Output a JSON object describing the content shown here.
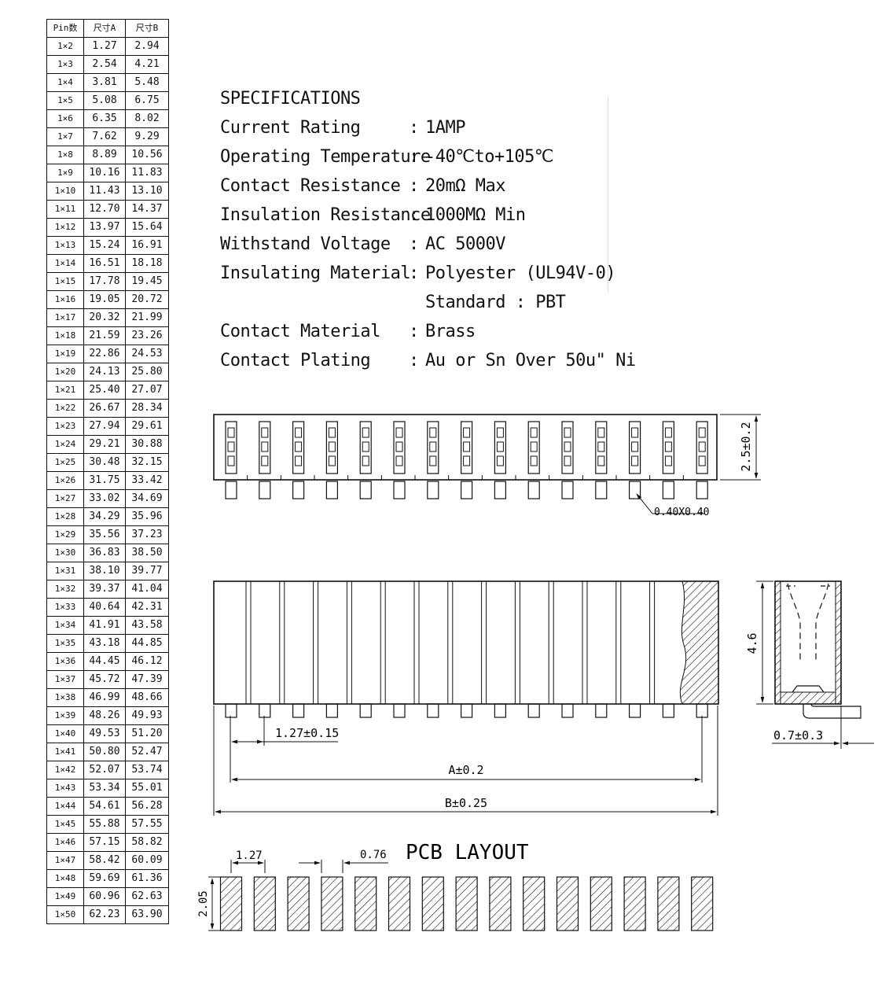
{
  "pin_table": {
    "headers": [
      "Pin数",
      "尺寸A",
      "尺寸B"
    ],
    "rows": [
      [
        "1×2",
        "1.27",
        "2.94"
      ],
      [
        "1×3",
        "2.54",
        "4.21"
      ],
      [
        "1×4",
        "3.81",
        "5.48"
      ],
      [
        "1×5",
        "5.08",
        "6.75"
      ],
      [
        "1×6",
        "6.35",
        "8.02"
      ],
      [
        "1×7",
        "7.62",
        "9.29"
      ],
      [
        "1×8",
        "8.89",
        "10.56"
      ],
      [
        "1×9",
        "10.16",
        "11.83"
      ],
      [
        "1×10",
        "11.43",
        "13.10"
      ],
      [
        "1×11",
        "12.70",
        "14.37"
      ],
      [
        "1×12",
        "13.97",
        "15.64"
      ],
      [
        "1×13",
        "15.24",
        "16.91"
      ],
      [
        "1×14",
        "16.51",
        "18.18"
      ],
      [
        "1×15",
        "17.78",
        "19.45"
      ],
      [
        "1×16",
        "19.05",
        "20.72"
      ],
      [
        "1×17",
        "20.32",
        "21.99"
      ],
      [
        "1×18",
        "21.59",
        "23.26"
      ],
      [
        "1×19",
        "22.86",
        "24.53"
      ],
      [
        "1×20",
        "24.13",
        "25.80"
      ],
      [
        "1×21",
        "25.40",
        "27.07"
      ],
      [
        "1×22",
        "26.67",
        "28.34"
      ],
      [
        "1×23",
        "27.94",
        "29.61"
      ],
      [
        "1×24",
        "29.21",
        "30.88"
      ],
      [
        "1×25",
        "30.48",
        "32.15"
      ],
      [
        "1×26",
        "31.75",
        "33.42"
      ],
      [
        "1×27",
        "33.02",
        "34.69"
      ],
      [
        "1×28",
        "34.29",
        "35.96"
      ],
      [
        "1×29",
        "35.56",
        "37.23"
      ],
      [
        "1×30",
        "36.83",
        "38.50"
      ],
      [
        "1×31",
        "38.10",
        "39.77"
      ],
      [
        "1×32",
        "39.37",
        "41.04"
      ],
      [
        "1×33",
        "40.64",
        "42.31"
      ],
      [
        "1×34",
        "41.91",
        "43.58"
      ],
      [
        "1×35",
        "43.18",
        "44.85"
      ],
      [
        "1×36",
        "44.45",
        "46.12"
      ],
      [
        "1×37",
        "45.72",
        "47.39"
      ],
      [
        "1×38",
        "46.99",
        "48.66"
      ],
      [
        "1×39",
        "48.26",
        "49.93"
      ],
      [
        "1×40",
        "49.53",
        "51.20"
      ],
      [
        "1×41",
        "50.80",
        "52.47"
      ],
      [
        "1×42",
        "52.07",
        "53.74"
      ],
      [
        "1×43",
        "53.34",
        "55.01"
      ],
      [
        "1×44",
        "54.61",
        "56.28"
      ],
      [
        "1×45",
        "55.88",
        "57.55"
      ],
      [
        "1×46",
        "57.15",
        "58.82"
      ],
      [
        "1×47",
        "58.42",
        "60.09"
      ],
      [
        "1×48",
        "59.69",
        "61.36"
      ],
      [
        "1×49",
        "60.96",
        "62.63"
      ],
      [
        "1×50",
        "62.23",
        "63.90"
      ]
    ]
  },
  "specifications": {
    "title": "SPECIFICATIONS",
    "rows": [
      {
        "label": "Current Rating",
        "colon": ":",
        "value": "1AMP"
      },
      {
        "label": "Operating Temperature",
        "colon": ":",
        "value": "-40℃to+105℃"
      },
      {
        "label": "Contact Resistance",
        "colon": ":",
        "value": "20mΩ  Max"
      },
      {
        "label": "Insulation Resistance",
        "colon": ":",
        "value": "1000MΩ  Min"
      },
      {
        "label": "Withstand Voltage",
        "colon": ":",
        "value": "AC 5000V"
      },
      {
        "label": "Insulating Material",
        "colon": ":",
        "value": "Polyester (UL94V-0)"
      },
      {
        "label": "",
        "colon": "",
        "value": "Standard : PBT"
      },
      {
        "label": "Contact Material",
        "colon": ":",
        "value": "Brass"
      },
      {
        "label": "Contact Plating",
        "colon": ":",
        "value": "Au or Sn Over 50u\" Ni"
      }
    ]
  },
  "drawing": {
    "pin_count": 15,
    "dims": {
      "height_front": "2.5±0.2",
      "pin_size": "0.40X0.40",
      "pitch": "1.27±0.15",
      "dim_a": "A±0.2",
      "dim_b": "B±0.25",
      "side_height": "4.6",
      "side_offset": "0.7±0.3"
    },
    "pcb": {
      "title": "PCB LAYOUT",
      "pitch": "1.27",
      "pad_width": "0.76",
      "pad_height": "2.05"
    }
  }
}
